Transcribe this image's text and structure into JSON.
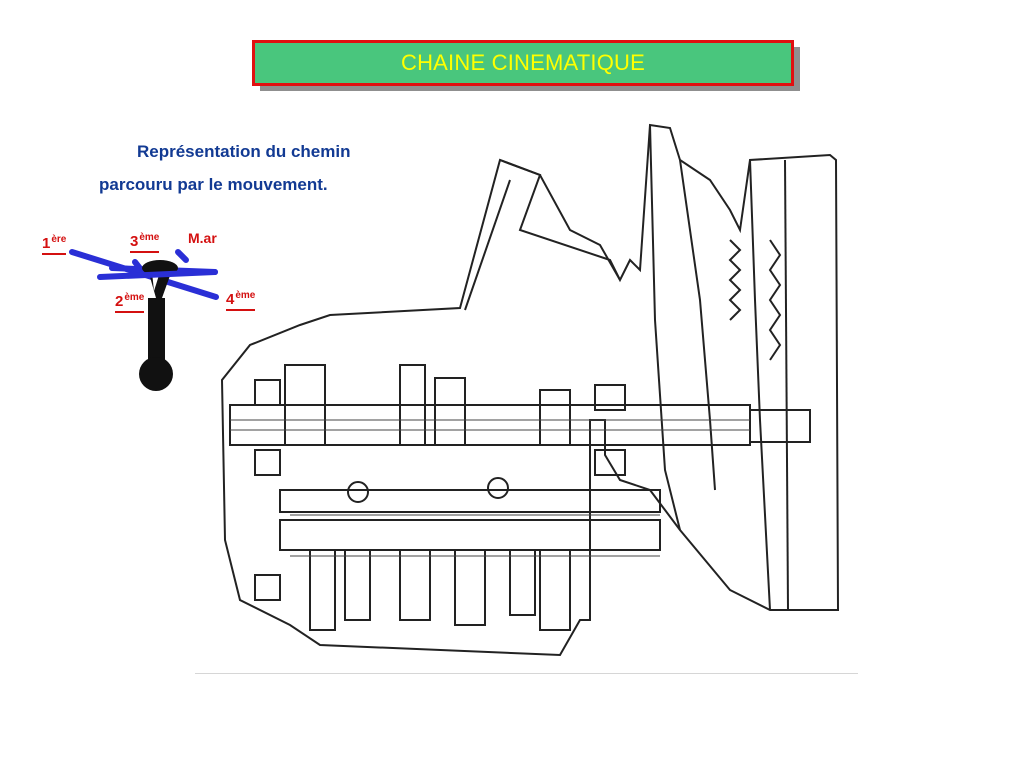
{
  "header": {
    "title": "CHAINE CINEMATIQUE"
  },
  "caption": {
    "line1": "Représentation du chemin",
    "line2": "parcouru par le mouvement."
  },
  "gears": {
    "first": {
      "num": "1",
      "suffix": "ère"
    },
    "third": {
      "num": "3",
      "suffix": "ème"
    },
    "reverse": {
      "label": "M.ar"
    },
    "second": {
      "num": "2",
      "suffix": "ème"
    },
    "fourth": {
      "num": "4",
      "suffix": "ème"
    }
  },
  "colors": {
    "title_bg": "#49c67d",
    "title_border": "#e01010",
    "title_text": "#ffff00",
    "caption": "#123a93",
    "gear_label": "#d41010",
    "shift_pattern": "#2a2fd6"
  },
  "icons": {
    "shifter": "gear-lever-icon",
    "gearbox": "gearbox-cross-section"
  }
}
